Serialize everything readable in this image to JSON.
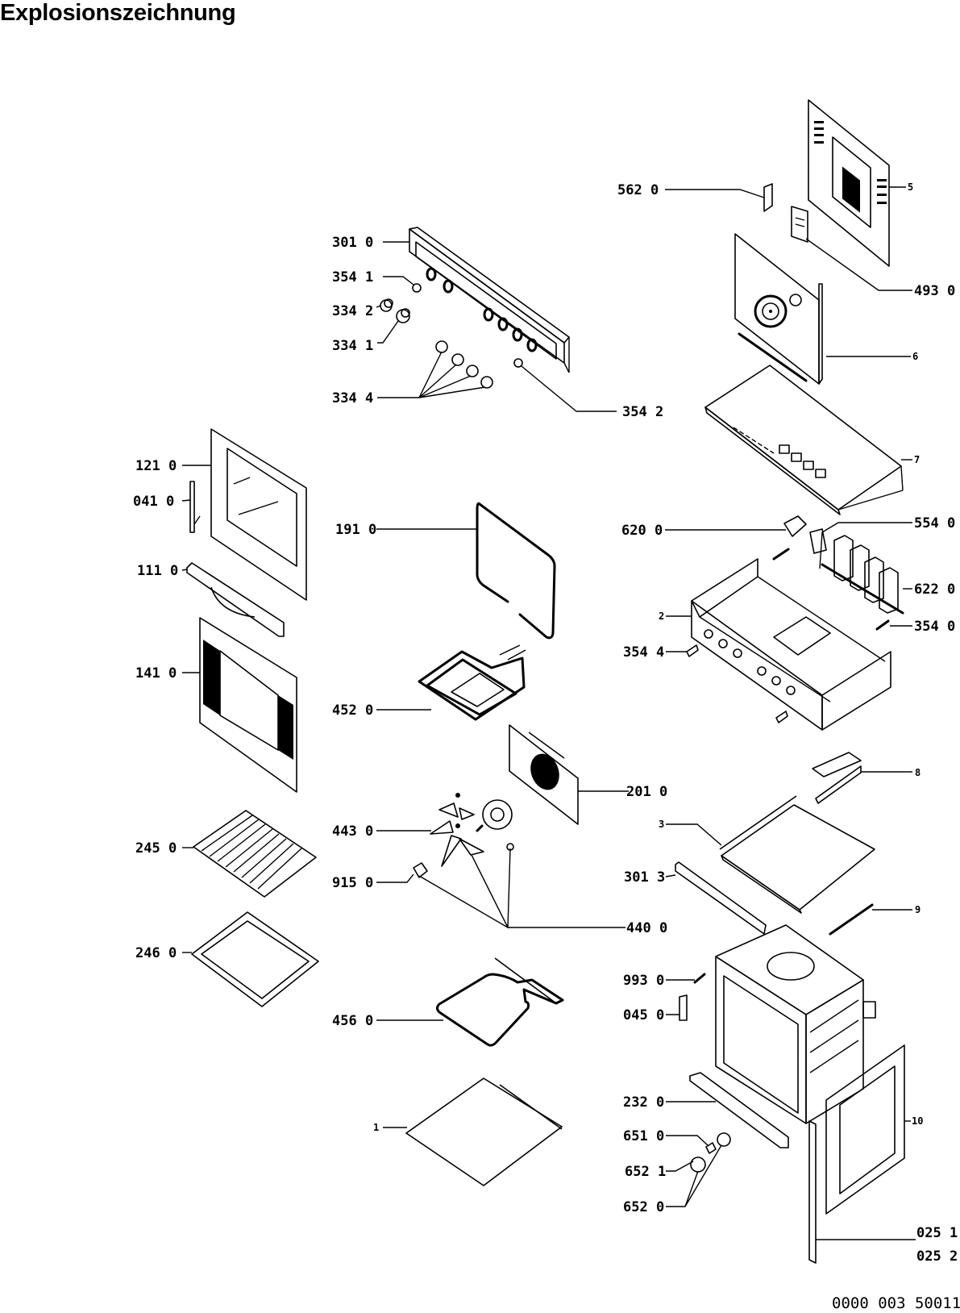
{
  "title": "Explosionszeichnung",
  "document_number": "0000 003 50011",
  "callouts": {
    "p301_0": "301 0",
    "p354_1": "354 1",
    "p334_2": "334 2",
    "p334_1": "334 1",
    "p334_4": "334 4",
    "p354_2": "354 2",
    "p562_0": "562 0",
    "p5": "5",
    "p493_0": "493 0",
    "p6": "6",
    "p7": "7",
    "p121_0": "121 0",
    "p041_0": "041 0",
    "p111_0": "111 0",
    "p191_0": "191 0",
    "p620_0": "620 0",
    "p554_0": "554 0",
    "p622_0": "622 0",
    "p2": "2",
    "p354_0": "354 0",
    "p354_4": "354 4",
    "p141_0": "141 0",
    "p452_0": "452 0",
    "p201_0": "201 0",
    "p8": "8",
    "p3": "3",
    "p443_0": "443 0",
    "p245_0": "245 0",
    "p301_3": "301 3",
    "p915_0": "915 0",
    "p440_0": "440 0",
    "p9": "9",
    "p246_0": "246 0",
    "p993_0": "993 0",
    "p045_0": "045 0",
    "p456_0": "456 0",
    "p232_0": "232 0",
    "p1": "1",
    "p10": "10",
    "p651_0": "651 0",
    "p652_1": "652 1",
    "p652_0": "652 0",
    "p025_1": "025 1",
    "p025_2": "025 2"
  }
}
